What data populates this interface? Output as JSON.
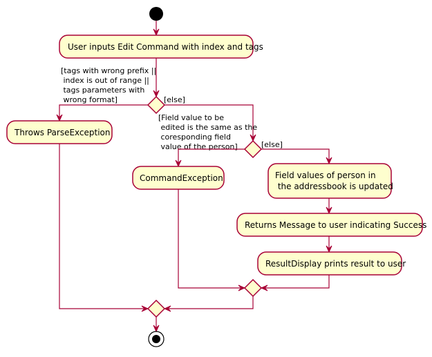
{
  "diagram": {
    "colors": {
      "node_fill": "#FEFECE",
      "node_stroke": "#A80036",
      "start_end": "#000000",
      "background": "#FFFFFF"
    },
    "activities": {
      "user_input": "User inputs Edit Command with index and tags",
      "throws_parse": "Throws ParseException",
      "command_exception": "CommandException",
      "field_updated_line1": "Field values of person in",
      "field_updated_line2": " the addressbook is updated",
      "returns_message": "Returns Message to user indicating Success",
      "result_display": "ResultDisplay prints result to user"
    },
    "guards": {
      "invalid_line1": "[tags with wrong prefix ||",
      "invalid_line2": " index is out of range ||",
      "invalid_line3": " tags parameters with",
      "invalid_line4": " wrong format]",
      "else_1": "[else]",
      "same_line1": "[Field value to be",
      "same_line2": " edited is the same as the",
      "same_line3": " coresponding field",
      "same_line4": " value of the person]",
      "else_2": "[else]"
    }
  }
}
